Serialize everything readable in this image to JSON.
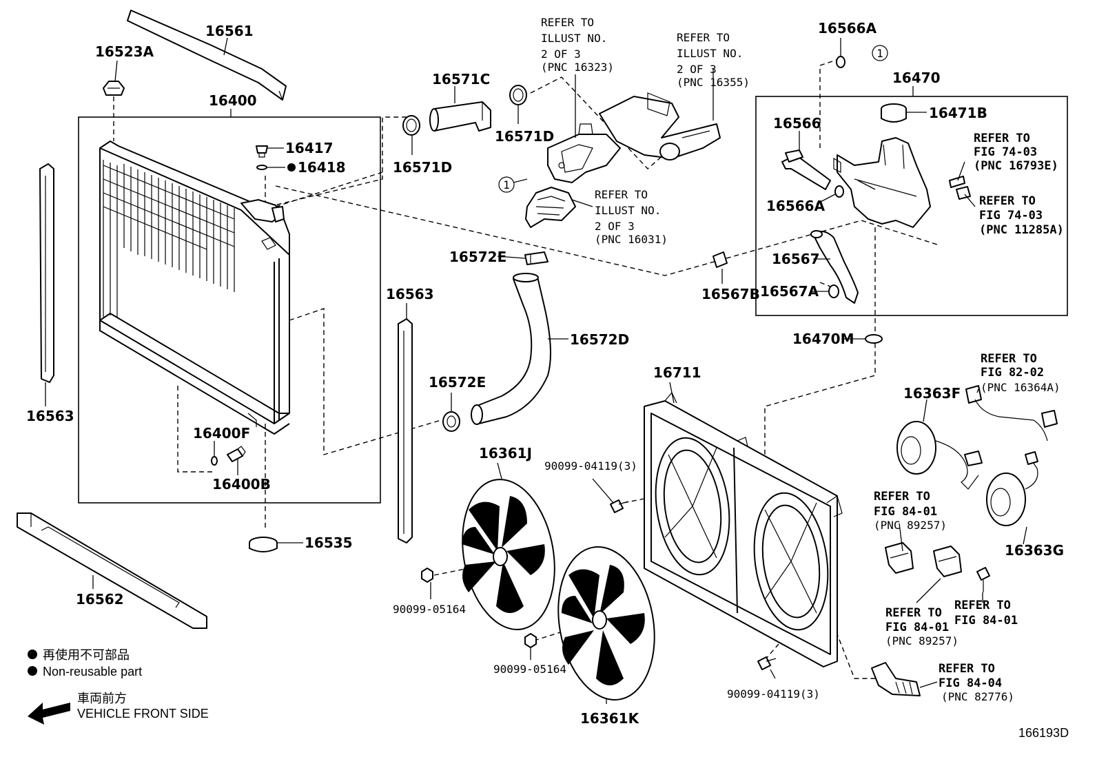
{
  "diagram": {
    "figure_number": "166193D",
    "legend": {
      "non_reusable_jp": "再使用不可部品",
      "non_reusable_en": "Non-reusable part",
      "front_jp": "車両前方",
      "front_en": "VEHICLE FRONT SIDE"
    },
    "part_numbers": {
      "p16561": "16561",
      "p16523A": "16523A",
      "p16400": "16400",
      "p16417": "16417",
      "p16418": "16418",
      "p16563_left": "16563",
      "p16563_right": "16563",
      "p16400F": "16400F",
      "p16400B": "16400B",
      "p16535": "16535",
      "p16562": "16562",
      "p16571C": "16571C",
      "p16571D_a": "16571D",
      "p16571D_b": "16571D",
      "p16572E_top": "16572E",
      "p16572D": "16572D",
      "p16572E_bottom": "16572E",
      "p16361J": "16361J",
      "p16361K": "16361K",
      "p90099_05164_a": "90099-05164",
      "p90099_05164_b": "90099-05164",
      "p90099_04119_a": "90099-04119(3)",
      "p90099_04119_b": "90099-04119(3)",
      "p16711": "16711",
      "p16566A_top": "16566A",
      "p16470": "16470",
      "p16566": "16566",
      "p16471B": "16471B",
      "p16566A_mid": "16566A",
      "p16567": "16567",
      "p16567B": "16567B",
      "p16567A": "16567A",
      "p16470M": "16470M",
      "p16363F": "16363F",
      "p16363G": "16363G",
      "circle_ref": "1"
    },
    "refer_notes": {
      "r16323": [
        "REFER TO",
        "ILLUST NO.",
        "2 OF 3",
        "(PNC 16323)"
      ],
      "r16355": [
        "REFER TO",
        "ILLUST NO.",
        "2 OF 3",
        "(PNC 16355)"
      ],
      "r16031": [
        "REFER TO",
        "ILLUST NO.",
        "2 OF 3",
        "(PNC 16031)"
      ],
      "r16793E": [
        "REFER TO",
        "FIG 74-03",
        "(PNC 16793E)"
      ],
      "r11285A": [
        "REFER TO",
        "FIG 74-03",
        "(PNC 11285A)"
      ],
      "r16364A": [
        "REFER TO",
        "FIG 82-02",
        "(PNC 16364A)"
      ],
      "r89257a": [
        "REFER TO",
        "FIG 84-01",
        "(PNC 89257)"
      ],
      "r89257b": [
        "REFER TO",
        "FIG 84-01",
        "(PNC 89257)"
      ],
      "r8401": [
        "REFER TO",
        "FIG 84-01"
      ],
      "r82776": [
        "REFER TO",
        "FIG 84-04",
        "(PNC 82776)"
      ]
    }
  }
}
